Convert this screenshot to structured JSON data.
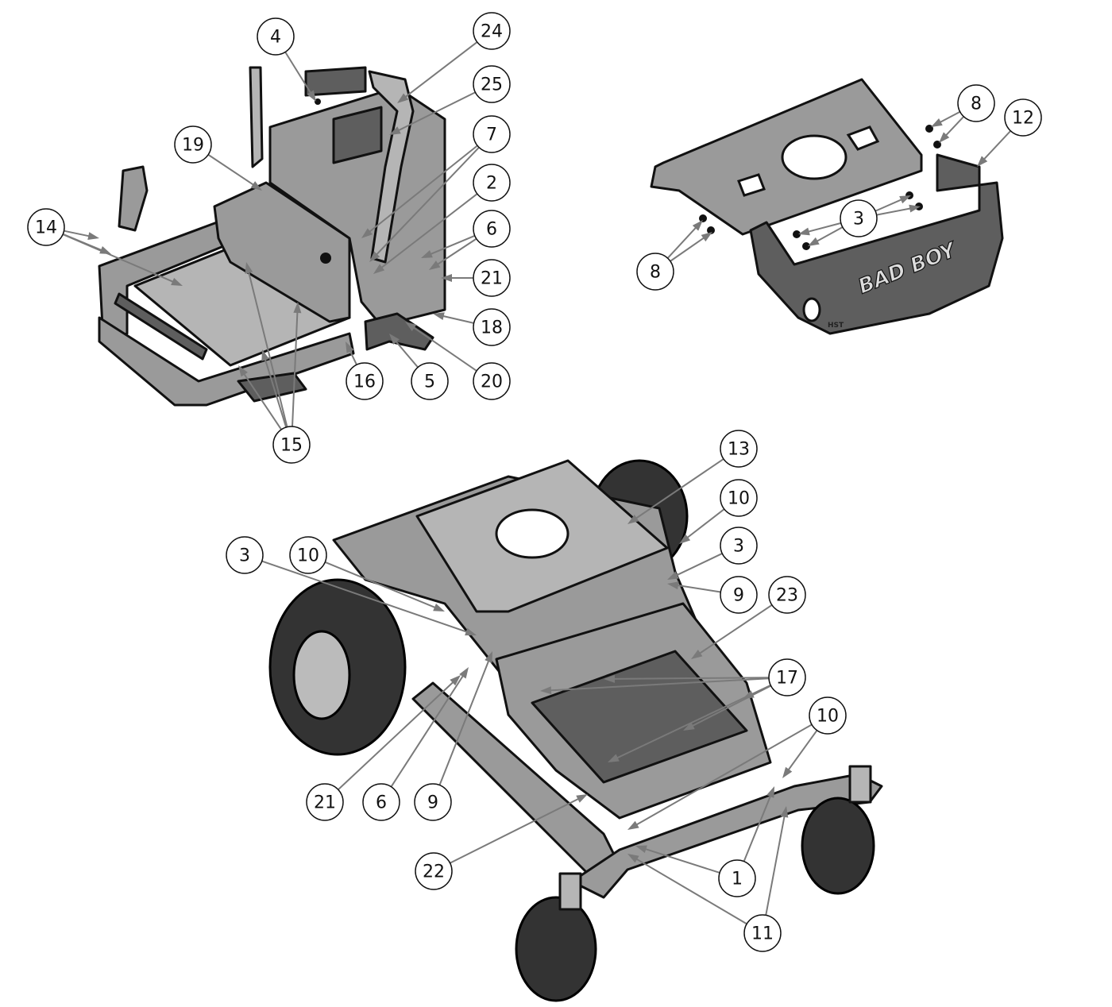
{
  "diagram": {
    "type": "exploded parts diagram",
    "logo_text": "BAD BOY",
    "panel_marking": "HST",
    "views": [
      {
        "name": "upper-left-control-frame",
        "callouts": [
          "4",
          "24",
          "25",
          "19",
          "7",
          "2",
          "6",
          "14",
          "21",
          "18",
          "16",
          "5",
          "20",
          "15"
        ]
      },
      {
        "name": "upper-right-seat-plate-and-shroud",
        "callouts": [
          "8",
          "12",
          "3",
          "8"
        ]
      },
      {
        "name": "lower-complete-frame-assembly",
        "callouts": [
          "13",
          "10",
          "3",
          "3",
          "10",
          "9",
          "23",
          "17",
          "10",
          "21",
          "6",
          "9",
          "22",
          "1",
          "11"
        ]
      }
    ],
    "colors": {
      "part": "#9a9a9a",
      "part_dark": "#5e5e5e",
      "leader": "#7a7a7a",
      "outline": "#111111"
    }
  }
}
